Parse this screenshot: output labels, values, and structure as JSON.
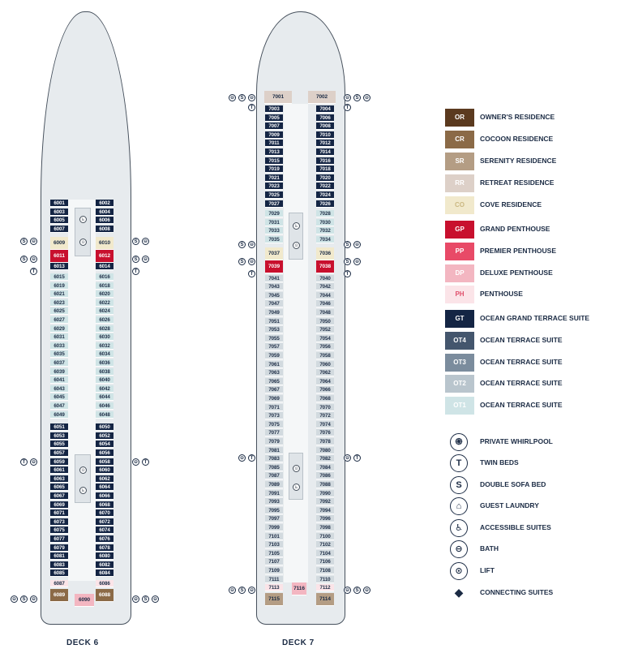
{
  "decks": [
    {
      "label": "DECK 6",
      "cabins_left": [
        {
          "n": "6001",
          "t": "gt"
        },
        {
          "n": "6003",
          "t": "gt"
        },
        {
          "n": "6005",
          "t": "gt"
        },
        {
          "n": "6007",
          "t": "gt"
        },
        {
          "n": "6009",
          "t": "cov"
        },
        {
          "n": "6011",
          "t": "gp"
        },
        {
          "n": "6013",
          "t": "gt"
        },
        {
          "n": "6015",
          "t": "ot1"
        },
        {
          "n": "6019",
          "t": "ot1"
        },
        {
          "n": "6021",
          "t": "ot1"
        },
        {
          "n": "6023",
          "t": "ot1"
        },
        {
          "n": "6025",
          "t": "ot1"
        },
        {
          "n": "6027",
          "t": "ot1"
        },
        {
          "n": "6029",
          "t": "ot1"
        },
        {
          "n": "6031",
          "t": "ot1"
        },
        {
          "n": "6033",
          "t": "ot1"
        },
        {
          "n": "6035",
          "t": "ot1"
        },
        {
          "n": "6037",
          "t": "ot1"
        },
        {
          "n": "6039",
          "t": "ot1"
        },
        {
          "n": "6041",
          "t": "ot1"
        },
        {
          "n": "6043",
          "t": "ot1"
        },
        {
          "n": "6045",
          "t": "ot1"
        },
        {
          "n": "6047",
          "t": "ot1"
        },
        {
          "n": "6049",
          "t": "ot1"
        },
        {
          "n": "6051",
          "t": "gt"
        },
        {
          "n": "6053",
          "t": "gt"
        },
        {
          "n": "6055",
          "t": "gt"
        },
        {
          "n": "6057",
          "t": "gt"
        },
        {
          "n": "6059",
          "t": "gt"
        },
        {
          "n": "6061",
          "t": "gt"
        },
        {
          "n": "6063",
          "t": "gt"
        },
        {
          "n": "6065",
          "t": "gt"
        },
        {
          "n": "6067",
          "t": "gt"
        },
        {
          "n": "6069",
          "t": "gt"
        },
        {
          "n": "6071",
          "t": "gt"
        },
        {
          "n": "6073",
          "t": "gt"
        },
        {
          "n": "6075",
          "t": "gt"
        },
        {
          "n": "6077",
          "t": "gt"
        },
        {
          "n": "6079",
          "t": "gt"
        },
        {
          "n": "6081",
          "t": "gt"
        },
        {
          "n": "6083",
          "t": "gt"
        },
        {
          "n": "6085",
          "t": "gt"
        },
        {
          "n": "6087",
          "t": "ph"
        },
        {
          "n": "6089",
          "t": "cr"
        }
      ],
      "cabins_right": [
        {
          "n": "6002",
          "t": "gt"
        },
        {
          "n": "6004",
          "t": "gt"
        },
        {
          "n": "6006",
          "t": "gt"
        },
        {
          "n": "6008",
          "t": "gt"
        },
        {
          "n": "6010",
          "t": "cov"
        },
        {
          "n": "6012",
          "t": "gp"
        },
        {
          "n": "6014",
          "t": "gt"
        },
        {
          "n": "6016",
          "t": "ot1"
        },
        {
          "n": "6018",
          "t": "ot1"
        },
        {
          "n": "6020",
          "t": "ot1"
        },
        {
          "n": "6022",
          "t": "ot1"
        },
        {
          "n": "6024",
          "t": "ot1"
        },
        {
          "n": "6026",
          "t": "ot1"
        },
        {
          "n": "6028",
          "t": "ot1"
        },
        {
          "n": "6030",
          "t": "ot1"
        },
        {
          "n": "6032",
          "t": "ot1"
        },
        {
          "n": "6034",
          "t": "ot1"
        },
        {
          "n": "6036",
          "t": "ot1"
        },
        {
          "n": "6038",
          "t": "ot1"
        },
        {
          "n": "6040",
          "t": "ot1"
        },
        {
          "n": "6042",
          "t": "ot1"
        },
        {
          "n": "6044",
          "t": "ot1"
        },
        {
          "n": "6046",
          "t": "ot1"
        },
        {
          "n": "6048",
          "t": "ot1"
        },
        {
          "n": "6050",
          "t": "gt"
        },
        {
          "n": "6052",
          "t": "gt"
        },
        {
          "n": "6054",
          "t": "gt"
        },
        {
          "n": "6056",
          "t": "gt"
        },
        {
          "n": "6058",
          "t": "gt"
        },
        {
          "n": "6060",
          "t": "gt"
        },
        {
          "n": "6062",
          "t": "gt"
        },
        {
          "n": "6064",
          "t": "gt"
        },
        {
          "n": "6066",
          "t": "gt"
        },
        {
          "n": "6068",
          "t": "gt"
        },
        {
          "n": "6070",
          "t": "gt"
        },
        {
          "n": "6072",
          "t": "gt"
        },
        {
          "n": "6074",
          "t": "gt"
        },
        {
          "n": "6076",
          "t": "gt"
        },
        {
          "n": "6078",
          "t": "gt"
        },
        {
          "n": "6080",
          "t": "gt"
        },
        {
          "n": "6082",
          "t": "gt"
        },
        {
          "n": "6084",
          "t": "gt"
        },
        {
          "n": "6086",
          "t": "ph"
        },
        {
          "n": "6088",
          "t": "cr"
        }
      ],
      "center_cabin": {
        "n": "6090",
        "t": "dp"
      }
    },
    {
      "label": "DECK 7",
      "top_cabins": [
        {
          "n": "7001",
          "t": "rr"
        },
        {
          "n": "7002",
          "t": "rr"
        }
      ],
      "cabins_left": [
        {
          "n": "7003",
          "t": "gt"
        },
        {
          "n": "7005",
          "t": "gt"
        },
        {
          "n": "7007",
          "t": "gt"
        },
        {
          "n": "7009",
          "t": "gt"
        },
        {
          "n": "7011",
          "t": "gt"
        },
        {
          "n": "7013",
          "t": "gt"
        },
        {
          "n": "7015",
          "t": "gt"
        },
        {
          "n": "7019",
          "t": "gt"
        },
        {
          "n": "7021",
          "t": "gt"
        },
        {
          "n": "7023",
          "t": "gt"
        },
        {
          "n": "7025",
          "t": "gt"
        },
        {
          "n": "7027",
          "t": "gt"
        },
        {
          "n": "7029",
          "t": "ot1"
        },
        {
          "n": "7031",
          "t": "ot1"
        },
        {
          "n": "7033",
          "t": "ot1"
        },
        {
          "n": "7035",
          "t": "ot1"
        },
        {
          "n": "7037",
          "t": "cov"
        },
        {
          "n": "7039",
          "t": "gp"
        },
        {
          "n": "7041",
          "t": "ot2"
        },
        {
          "n": "7043",
          "t": "ot2"
        },
        {
          "n": "7045",
          "t": "ot2"
        },
        {
          "n": "7047",
          "t": "ot2"
        },
        {
          "n": "7049",
          "t": "ot2"
        },
        {
          "n": "7051",
          "t": "ot2"
        },
        {
          "n": "7053",
          "t": "ot2"
        },
        {
          "n": "7055",
          "t": "ot2"
        },
        {
          "n": "7057",
          "t": "ot2"
        },
        {
          "n": "7059",
          "t": "ot2"
        },
        {
          "n": "7061",
          "t": "ot2"
        },
        {
          "n": "7063",
          "t": "ot2"
        },
        {
          "n": "7065",
          "t": "ot2"
        },
        {
          "n": "7067",
          "t": "ot2"
        },
        {
          "n": "7069",
          "t": "ot2"
        },
        {
          "n": "7071",
          "t": "ot2"
        },
        {
          "n": "7073",
          "t": "ot2"
        },
        {
          "n": "7075",
          "t": "ot2"
        },
        {
          "n": "7077",
          "t": "ot2"
        },
        {
          "n": "7079",
          "t": "ot2"
        },
        {
          "n": "7081",
          "t": "ot2"
        },
        {
          "n": "7083",
          "t": "ot2"
        },
        {
          "n": "7085",
          "t": "ot2"
        },
        {
          "n": "7087",
          "t": "ot2"
        },
        {
          "n": "7089",
          "t": "ot2"
        },
        {
          "n": "7091",
          "t": "ot2"
        },
        {
          "n": "7093",
          "t": "ot2"
        },
        {
          "n": "7095",
          "t": "ot2"
        },
        {
          "n": "7097",
          "t": "ot2"
        },
        {
          "n": "7099",
          "t": "ot2"
        },
        {
          "n": "7101",
          "t": "ot2"
        },
        {
          "n": "7103",
          "t": "ot2"
        },
        {
          "n": "7105",
          "t": "ot2"
        },
        {
          "n": "7107",
          "t": "ot2"
        },
        {
          "n": "7109",
          "t": "ot2"
        },
        {
          "n": "7111",
          "t": "ot2"
        },
        {
          "n": "7113",
          "t": "ph"
        },
        {
          "n": "7115",
          "t": "sr"
        }
      ],
      "cabins_right": [
        {
          "n": "7004",
          "t": "gt"
        },
        {
          "n": "7006",
          "t": "gt"
        },
        {
          "n": "7008",
          "t": "gt"
        },
        {
          "n": "7010",
          "t": "gt"
        },
        {
          "n": "7012",
          "t": "gt"
        },
        {
          "n": "7014",
          "t": "gt"
        },
        {
          "n": "7016",
          "t": "gt"
        },
        {
          "n": "7018",
          "t": "gt"
        },
        {
          "n": "7020",
          "t": "gt"
        },
        {
          "n": "7022",
          "t": "gt"
        },
        {
          "n": "7024",
          "t": "gt"
        },
        {
          "n": "7026",
          "t": "gt"
        },
        {
          "n": "7028",
          "t": "ot1"
        },
        {
          "n": "7030",
          "t": "ot1"
        },
        {
          "n": "7032",
          "t": "ot1"
        },
        {
          "n": "7034",
          "t": "ot1"
        },
        {
          "n": "7036",
          "t": "cov"
        },
        {
          "n": "7038",
          "t": "gp"
        },
        {
          "n": "7040",
          "t": "ot2"
        },
        {
          "n": "7042",
          "t": "ot2"
        },
        {
          "n": "7044",
          "t": "ot2"
        },
        {
          "n": "7046",
          "t": "ot2"
        },
        {
          "n": "7048",
          "t": "ot2"
        },
        {
          "n": "7050",
          "t": "ot2"
        },
        {
          "n": "7052",
          "t": "ot2"
        },
        {
          "n": "7054",
          "t": "ot2"
        },
        {
          "n": "7056",
          "t": "ot2"
        },
        {
          "n": "7058",
          "t": "ot2"
        },
        {
          "n": "7060",
          "t": "ot2"
        },
        {
          "n": "7062",
          "t": "ot2"
        },
        {
          "n": "7064",
          "t": "ot2"
        },
        {
          "n": "7066",
          "t": "ot2"
        },
        {
          "n": "7068",
          "t": "ot2"
        },
        {
          "n": "7070",
          "t": "ot2"
        },
        {
          "n": "7072",
          "t": "ot2"
        },
        {
          "n": "7074",
          "t": "ot2"
        },
        {
          "n": "7076",
          "t": "ot2"
        },
        {
          "n": "7078",
          "t": "ot2"
        },
        {
          "n": "7080",
          "t": "ot2"
        },
        {
          "n": "7082",
          "t": "ot2"
        },
        {
          "n": "7084",
          "t": "ot2"
        },
        {
          "n": "7086",
          "t": "ot2"
        },
        {
          "n": "7088",
          "t": "ot2"
        },
        {
          "n": "7090",
          "t": "ot2"
        },
        {
          "n": "7092",
          "t": "ot2"
        },
        {
          "n": "7094",
          "t": "ot2"
        },
        {
          "n": "7096",
          "t": "ot2"
        },
        {
          "n": "7098",
          "t": "ot2"
        },
        {
          "n": "7100",
          "t": "ot2"
        },
        {
          "n": "7102",
          "t": "ot2"
        },
        {
          "n": "7104",
          "t": "ot2"
        },
        {
          "n": "7106",
          "t": "ot2"
        },
        {
          "n": "7108",
          "t": "ot2"
        },
        {
          "n": "7110",
          "t": "ot2"
        },
        {
          "n": "7112",
          "t": "ph"
        },
        {
          "n": "7114",
          "t": "sr"
        }
      ],
      "center_cabin": {
        "n": "7116",
        "t": "dp"
      }
    }
  ],
  "legend_categories": [
    {
      "code": "OR",
      "label": "OWNER'S RESIDENCE",
      "color": "#5b3a1f",
      "text": "#ffffff"
    },
    {
      "code": "CR",
      "label": "COCOON RESIDENCE",
      "color": "#8b6a47",
      "text": "#ffffff"
    },
    {
      "code": "SR",
      "label": "SERENITY RESIDENCE",
      "color": "#b49d84",
      "text": "#ffffff"
    },
    {
      "code": "RR",
      "label": "RETREAT RESIDENCE",
      "color": "#ddd0c8",
      "text": "#ffffff"
    },
    {
      "code": "CO",
      "label": "COVE RESIDENCE",
      "color": "#f1e9cc",
      "text": "#cbb882"
    },
    {
      "code": "GP",
      "label": "GRAND PENTHOUSE",
      "color": "#c8102e",
      "text": "#ffffff"
    },
    {
      "code": "PP",
      "label": "PREMIER PENTHOUSE",
      "color": "#e84a67",
      "text": "#ffffff"
    },
    {
      "code": "DP",
      "label": "DELUXE PENTHOUSE",
      "color": "#f3b6c1",
      "text": "#ffffff"
    },
    {
      "code": "PH",
      "label": "PENTHOUSE",
      "color": "#fbe4e8",
      "text": "#e0506c"
    },
    {
      "code": "GT",
      "label": "OCEAN GRAND TERRACE SUITE",
      "color": "#142544",
      "text": "#ffffff"
    },
    {
      "code": "OT4",
      "label": "OCEAN TERRACE SUITE",
      "color": "#44566d",
      "text": "#ffffff"
    },
    {
      "code": "OT3",
      "label": "OCEAN TERRACE SUITE",
      "color": "#7b8c9d",
      "text": "#ffffff"
    },
    {
      "code": "OT2",
      "label": "OCEAN TERRACE SUITE",
      "color": "#b9c5cd",
      "text": "#ffffff"
    },
    {
      "code": "OT1",
      "label": "OCEAN TERRACE SUITE",
      "color": "#cfe4e6",
      "text": "#ffffff"
    }
  ],
  "legend_icons": [
    {
      "icon": "whirlpool-icon",
      "glyph": "֍",
      "label": "PRIVATE WHIRLPOOL"
    },
    {
      "icon": "twin-beds-icon",
      "glyph": "T",
      "label": "TWIN BEDS"
    },
    {
      "icon": "double-sofa-bed-icon",
      "glyph": "S",
      "label": "DOUBLE SOFA BED"
    },
    {
      "icon": "guest-laundry-icon",
      "glyph": "⌂",
      "label": "GUEST LAUNDRY"
    },
    {
      "icon": "accessible-icon",
      "glyph": "♿",
      "label": "ACCESSIBLE SUITES"
    },
    {
      "icon": "bath-icon",
      "glyph": "⊖",
      "label": "BATH"
    },
    {
      "icon": "lift-icon",
      "glyph": "⊙",
      "label": "LIFT"
    },
    {
      "icon": "connecting-suites-icon",
      "glyph": "◆",
      "label": "CONNECTING SUITES"
    }
  ]
}
